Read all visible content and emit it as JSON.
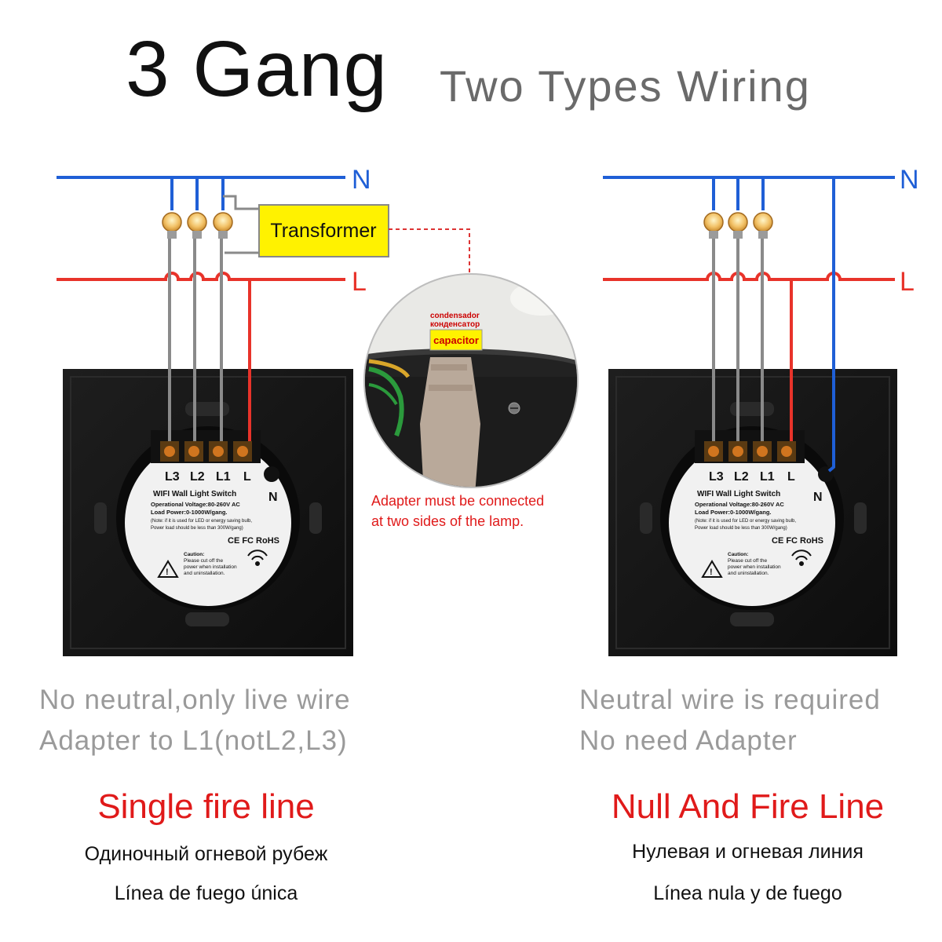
{
  "title": {
    "main": "3 Gang",
    "sub": "Two Types Wiring"
  },
  "bus_labels": {
    "neutral": "N",
    "live": "L"
  },
  "transformer_label": "Transformer",
  "inset": {
    "label_es": "condensador",
    "label_ru": "конденсатор",
    "badge": "capacitor",
    "note_line1": "Adapter must be connected",
    "note_line2": "at two sides of the lamp."
  },
  "switch_label": {
    "terminals": [
      "L3",
      "L2",
      "L1",
      "L"
    ],
    "neutral": "N",
    "product": "WIFI Wall Light Switch",
    "voltage": "Operational Voltage:80-260V AC",
    "load": "Load Power:0-1000W/gang.",
    "note1": "(Note: if it is used for LED or energy saving bulb,",
    "note2": "Power load should be less than 300W/gang)",
    "certs": "CE FC RoHS",
    "caution1": "Caution:",
    "caution2": "Please cut off the",
    "caution3": "power when installation",
    "caution4": "and uninstallation."
  },
  "left": {
    "desc1": "No neutral,only live wire",
    "desc2": "Adapter to L1(notL2,L3)",
    "mode": "Single fire line",
    "ru": "Одиночный огневой рубеж",
    "es": "Línea de fuego única"
  },
  "right": {
    "desc1": "Neutral wire is required",
    "desc2": "No need Adapter",
    "mode": "Null And Fire Line",
    "ru": "Нулевая и огневая линия",
    "es": "Línea nula y de fuego"
  },
  "colors": {
    "neutral": "#1f5fd6",
    "live": "#e8332a",
    "wire": "#8a8a8a",
    "transformer": "#fff200",
    "mode_text": "#e01a1a"
  }
}
